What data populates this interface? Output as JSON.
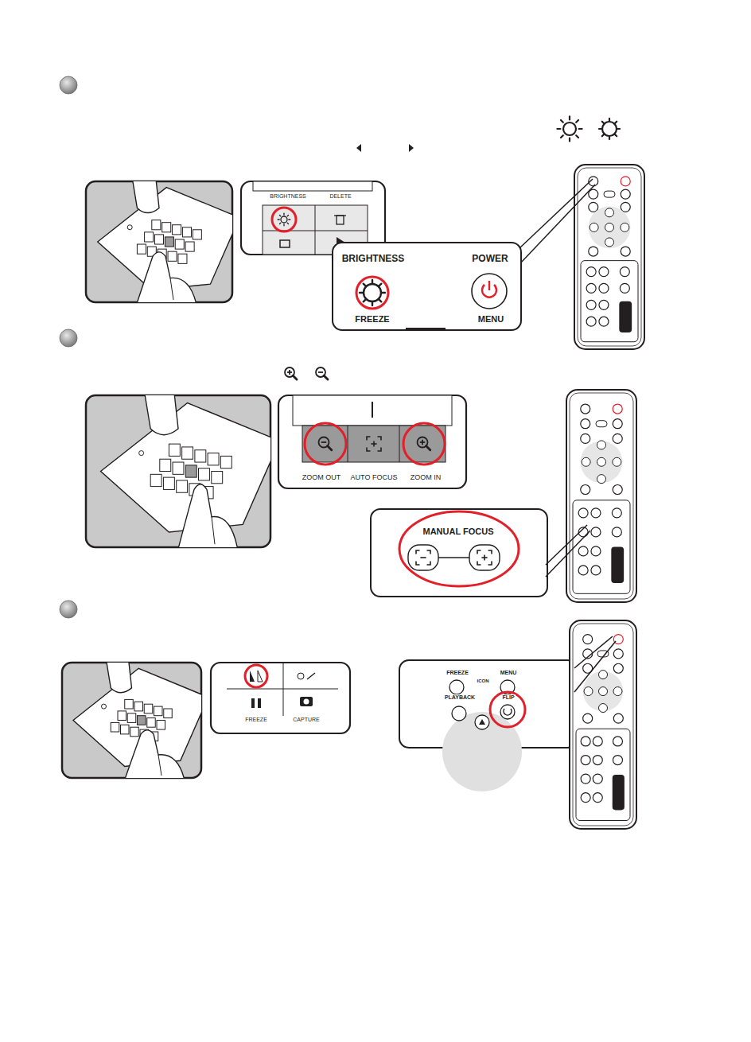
{
  "diagram": {
    "labels": [
      "BRIGHTNESS",
      "DELETE",
      "BRIGHTNESS",
      "POWER",
      "FREEZE",
      "MENU",
      "ZOOM OUT",
      "AUTO FOCUS",
      "ZOOM IN",
      "MANUAL FOCUS",
      "FREEZE",
      "CAPTURE",
      "FREEZE",
      "ICON",
      "MENU",
      "PLAYBACK",
      "FLIP"
    ]
  }
}
